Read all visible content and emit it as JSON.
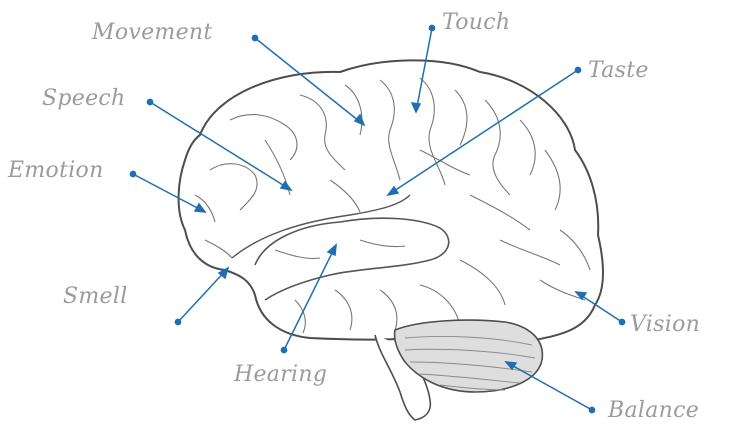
{
  "labels": {
    "movement": "Movement",
    "touch": "Touch",
    "taste": "Taste",
    "speech": "Speech",
    "emotion": "Emotion",
    "smell": "Smell",
    "vision": "Vision",
    "hearing": "Hearing",
    "balance": "Balance"
  },
  "colors": {
    "label_text": "#9b9b9b",
    "pointer_line": "#1f6fb2",
    "brain_outline": "#555555",
    "cerebellum_fill": "#d9d9d9",
    "background": "#ffffff"
  }
}
